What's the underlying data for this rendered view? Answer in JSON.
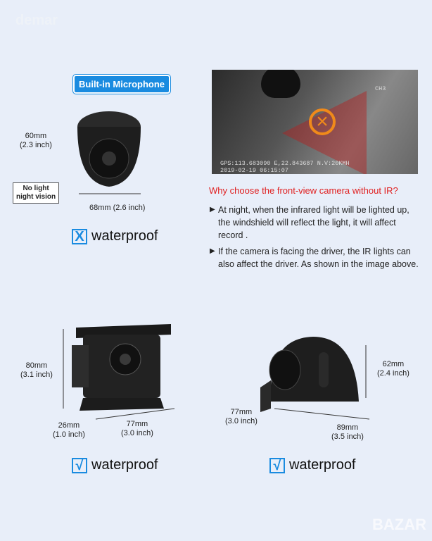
{
  "watermark": "demar",
  "corner_logo": "BAZAR",
  "dome": {
    "badge": "Built-in Microphone",
    "height": "60mm",
    "height_in": "(2.3 inch)",
    "width": "68mm (2.6 inch)",
    "no_light": "No light",
    "night_vision": "night vision",
    "waterproof_mark": "X",
    "waterproof": "waterproof"
  },
  "photo": {
    "channel": "CH3",
    "gps": "GPS:113.683090 E,22.843687 N.V:20KMH",
    "datetime": "2019-02-19 06:15:07"
  },
  "why": {
    "title": "Why choose the front-view camera without IR?",
    "bullets": [
      "At night, when the infrared light will be lighted up, the windshield will reflect the light, it will affect record .",
      "If the camera is facing the driver, the IR lights can also affect the driver. As shown in the image above."
    ]
  },
  "box_cam": {
    "height": "80mm",
    "height_in": "(3.1 inch)",
    "depth": "26mm",
    "depth_in": "(1.0 inch)",
    "width": "77mm",
    "width_in": "(3.0 inch)",
    "waterproof_mark": "√",
    "waterproof": "waterproof"
  },
  "side_cam": {
    "height": "62mm",
    "height_in": "(2.4 inch)",
    "depth": "77mm",
    "depth_in": "(3.0 inch)",
    "width": "89mm",
    "width_in": "(3.5 inch)",
    "waterproof_mark": "√",
    "waterproof": "waterproof"
  }
}
